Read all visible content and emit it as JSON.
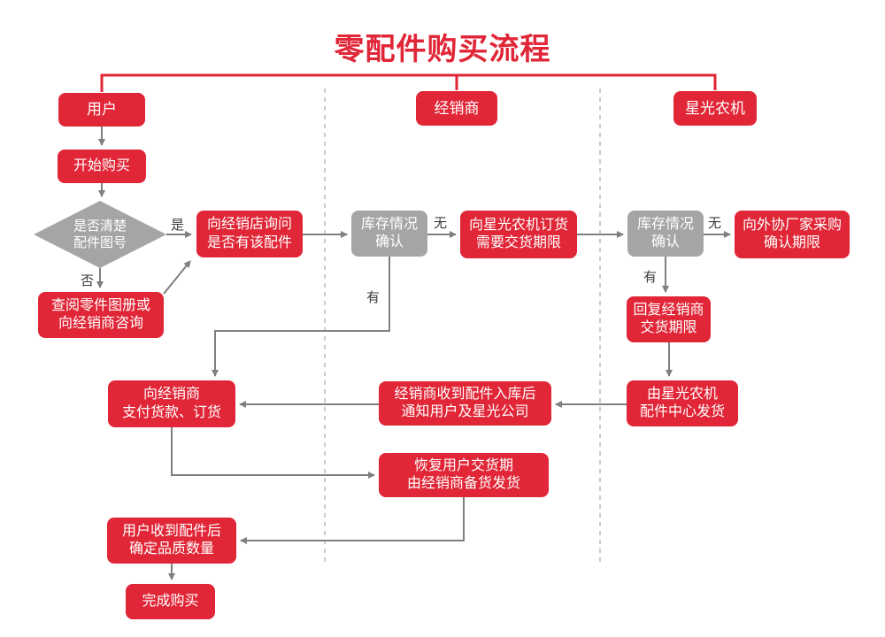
{
  "title": "零配件购买流程",
  "lanes": {
    "user": "用户",
    "dealer": "经销商",
    "company": "星光农机"
  },
  "nodes": {
    "start": [
      "开始购买"
    ],
    "decision": [
      "是否清楚",
      "配件图号"
    ],
    "ask_dealer": [
      "向经销店询问",
      "是否有该配件"
    ],
    "consult_catalog": [
      "查阅零件图册或",
      "向经销商咨询"
    ],
    "stock_check_dealer": [
      "库存情况",
      "确认"
    ],
    "order_company": [
      "向星光农机订货",
      "需要交货期限"
    ],
    "stock_check_company": [
      "库存情况",
      "确认"
    ],
    "outsource_purchase": [
      "向外协厂家采购",
      "确认期限"
    ],
    "reply_dealer": [
      "回复经销商",
      "交货期限"
    ],
    "ship_parts_center": [
      "由星光农机",
      "配件中心发货"
    ],
    "dealer_receive_notify": [
      "经销商收到配件入库后",
      "通知用户及星光公司"
    ],
    "pay_and_order": [
      "向经销商",
      "支付货款、订货"
    ],
    "restore_delivery": [
      "恢复用户交货期",
      "由经销商备货发货"
    ],
    "user_receive_check": [
      "用户收到配件后",
      "确定品质数量"
    ],
    "complete": [
      "完成购买"
    ]
  },
  "edge_labels": {
    "yes": "是",
    "no": "否",
    "dealer_stock_none": "无",
    "dealer_stock_has": "有",
    "company_stock_none": "无",
    "company_stock_has": "有"
  },
  "colors": {
    "red": "#E02637",
    "gray": "#A5A5A5",
    "line": "#7F7F7F",
    "dash": "#CBCBCB",
    "label": "#3C3C3C",
    "bg": "#FFFFFF",
    "nodeText": "#FFFFFF"
  }
}
